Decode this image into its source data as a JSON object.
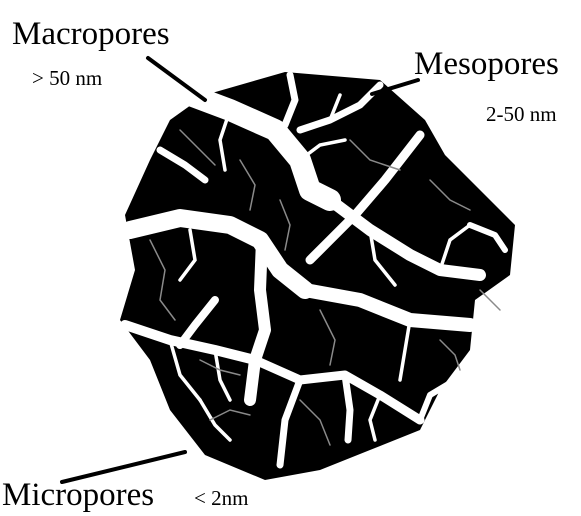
{
  "labels": {
    "macropores": {
      "name": "Macropores",
      "range": "> 50 nm"
    },
    "mesopores": {
      "name": "Mesopores",
      "range": "2-50 nm"
    },
    "micropores": {
      "name": "Micropores",
      "range": "< 2nm"
    }
  },
  "colors": {
    "particle": "#000000",
    "macropore": "#ffffff",
    "micropore": "#8a8a8a",
    "background": "#ffffff"
  }
}
